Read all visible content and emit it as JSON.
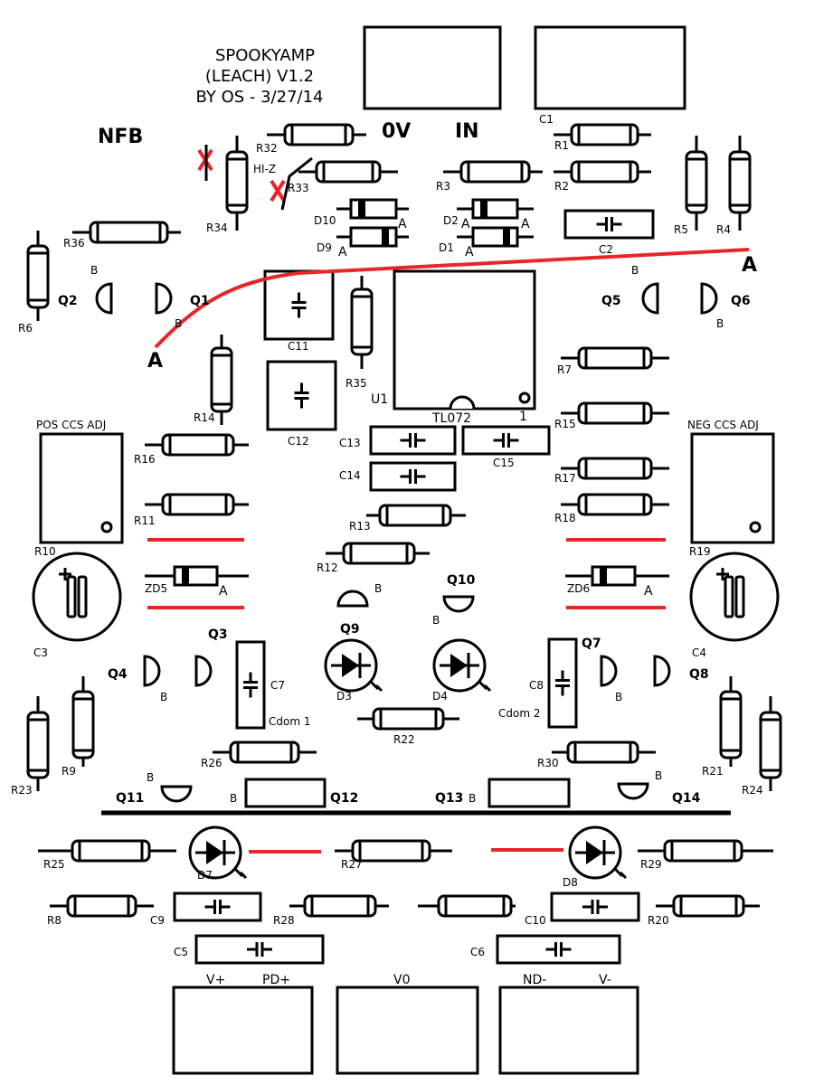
{
  "title": {
    "line1": "SPOOKYAMP",
    "line2": "(LEACH) V1.2",
    "line3": "BY OS - 3/27/14"
  },
  "labels": {
    "nfb": "NFB",
    "ov": "0V",
    "in": "IN",
    "hiz": "HI-Z",
    "pos_ccs": "POS CCS ADJ",
    "neg_ccs": "NEG CCS ADJ",
    "u1": "U1",
    "tl072": "TL072",
    "cdom1": "Cdom 1",
    "cdom2": "Cdom 2",
    "net_a": "A",
    "base_b": "B",
    "pin1": "1"
  },
  "connectors": [
    "V+",
    "PD+",
    "V0",
    "ND-",
    "V-"
  ],
  "resistors": [
    "R1",
    "R2",
    "R3",
    "R4",
    "R5",
    "R6",
    "R7",
    "R8",
    "R9",
    "R10",
    "R11",
    "R12",
    "R13",
    "R14",
    "R15",
    "R16",
    "R17",
    "R18",
    "R19",
    "R20",
    "R21",
    "R22",
    "R23",
    "R24",
    "R25",
    "R26",
    "R27",
    "R28",
    "R29",
    "R30",
    "R32",
    "R33",
    "R34",
    "R35",
    "R36"
  ],
  "capacitors": [
    "C1",
    "C2",
    "C3",
    "C4",
    "C5",
    "C6",
    "C7",
    "C8",
    "C9",
    "C10",
    "C11",
    "C12",
    "C13",
    "C14",
    "C15"
  ],
  "diodes": [
    "D1",
    "D2",
    "D3",
    "D4",
    "D7",
    "D8",
    "D9",
    "D10",
    "ZD5",
    "ZD6"
  ],
  "transistors": [
    "Q1",
    "Q2",
    "Q3",
    "Q4",
    "Q5",
    "Q6",
    "Q7",
    "Q8",
    "Q9",
    "Q10",
    "Q11",
    "Q12",
    "Q13",
    "Q14"
  ],
  "colors": {
    "ink": "#000000",
    "mark": "#e8262a"
  }
}
